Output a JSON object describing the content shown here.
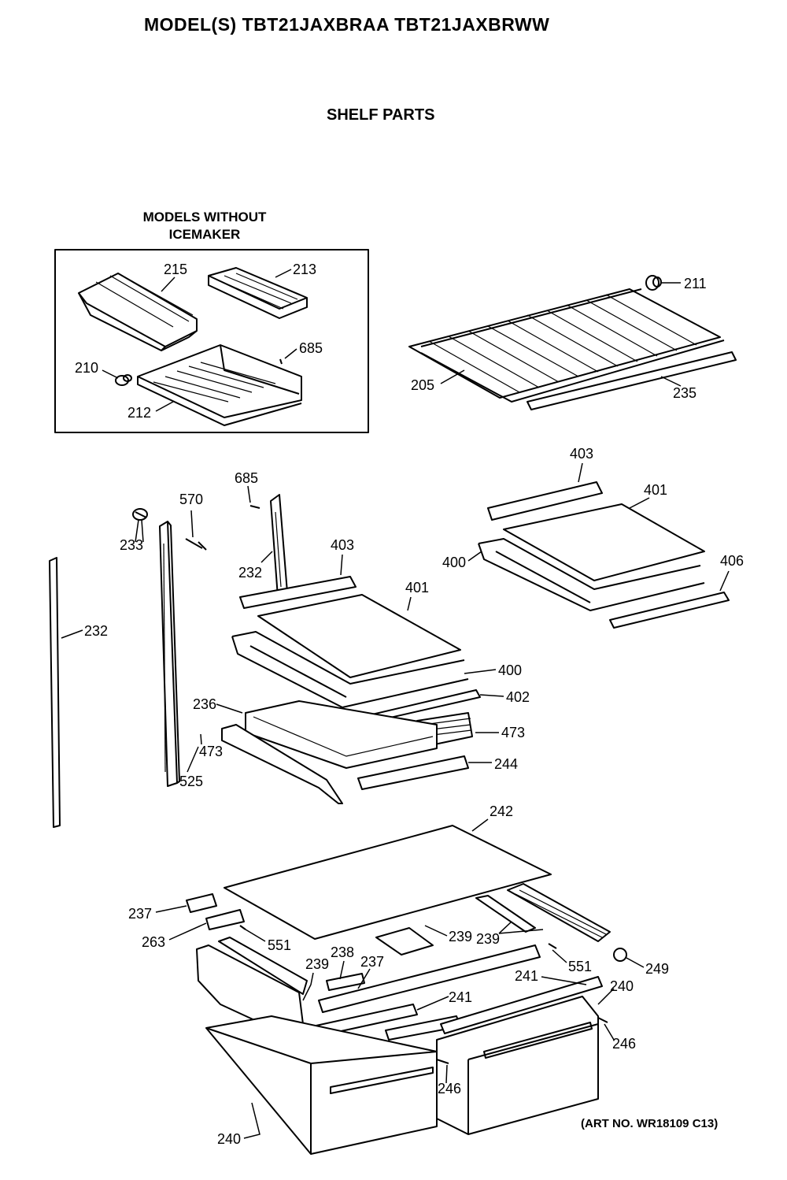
{
  "header": {
    "title": "MODEL(S) TBT21JAXBRAA  TBT21JAXBRWW",
    "subtitle": "SHELF PARTS"
  },
  "inset": {
    "caption_line1": "MODELS WITHOUT",
    "caption_line2": "ICEMAKER"
  },
  "footer": {
    "art_no": "(ART NO. WR18109 C13)"
  },
  "callouts": [
    {
      "id": "215",
      "label": "215"
    },
    {
      "id": "213",
      "label": "213"
    },
    {
      "id": "685a",
      "label": "685"
    },
    {
      "id": "210",
      "label": "210"
    },
    {
      "id": "212",
      "label": "212"
    },
    {
      "id": "211",
      "label": "211"
    },
    {
      "id": "205",
      "label": "205"
    },
    {
      "id": "235",
      "label": "235"
    },
    {
      "id": "403a",
      "label": "403"
    },
    {
      "id": "401a",
      "label": "401"
    },
    {
      "id": "400a",
      "label": "400"
    },
    {
      "id": "406",
      "label": "406"
    },
    {
      "id": "685b",
      "label": "685"
    },
    {
      "id": "570",
      "label": "570"
    },
    {
      "id": "233",
      "label": "233"
    },
    {
      "id": "232a",
      "label": "232"
    },
    {
      "id": "232b",
      "label": "232"
    },
    {
      "id": "403b",
      "label": "403"
    },
    {
      "id": "401b",
      "label": "401"
    },
    {
      "id": "400b",
      "label": "400"
    },
    {
      "id": "402",
      "label": "402"
    },
    {
      "id": "236",
      "label": "236"
    },
    {
      "id": "473a",
      "label": "473"
    },
    {
      "id": "473b",
      "label": "473"
    },
    {
      "id": "244",
      "label": "244"
    },
    {
      "id": "525",
      "label": "525"
    },
    {
      "id": "242",
      "label": "242"
    },
    {
      "id": "237a",
      "label": "237"
    },
    {
      "id": "263",
      "label": "263"
    },
    {
      "id": "551a",
      "label": "551"
    },
    {
      "id": "239a",
      "label": "239"
    },
    {
      "id": "239b",
      "label": "239"
    },
    {
      "id": "238",
      "label": "238"
    },
    {
      "id": "237b",
      "label": "237"
    },
    {
      "id": "239c",
      "label": "239"
    },
    {
      "id": "551b",
      "label": "551"
    },
    {
      "id": "249",
      "label": "249"
    },
    {
      "id": "241a",
      "label": "241"
    },
    {
      "id": "241b",
      "label": "241"
    },
    {
      "id": "240a",
      "label": "240"
    },
    {
      "id": "246a",
      "label": "246"
    },
    {
      "id": "246b",
      "label": "246"
    },
    {
      "id": "240b",
      "label": "240"
    }
  ]
}
